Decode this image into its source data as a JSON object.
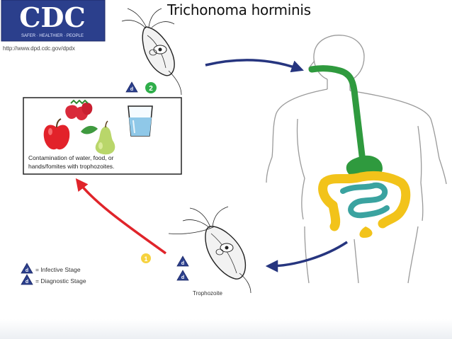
{
  "title": "Trichonoma horminis",
  "logo": {
    "letters": "CDC",
    "tagline": "SAFER · HEALTHIER · PEOPLE",
    "url": "http://www.dpd.cdc.gov/dpdx"
  },
  "stages": {
    "top_infective_number": "2",
    "lower_number": "1"
  },
  "caption_lines": [
    "Contamination of water, food, or",
    "hands/fomites with trophozoites."
  ],
  "trophozoite_label": "Trophozoite",
  "legend": {
    "infective": "= Infective Stage",
    "diagnostic": "= Diagnostic Stage",
    "marker_letter": "d"
  },
  "colors": {
    "cdc_blue": "#2b3f8c",
    "arrow_blue": "#26357f",
    "arrow_red": "#e0242a",
    "gut_green": "#2f9a3e",
    "intestine_yellow": "#f2c31a",
    "intestine_teal": "#3aa3a0",
    "stage_green": "#2fae4a",
    "stage_yellow": "#f6d23e"
  },
  "icons": [
    "cdc-logo",
    "trophozoite-icon",
    "strawberry-icon",
    "apple-icon",
    "pear-icon",
    "water-glass-icon",
    "human-body-outline",
    "infective-stage-icon",
    "diagnostic-stage-icon"
  ]
}
